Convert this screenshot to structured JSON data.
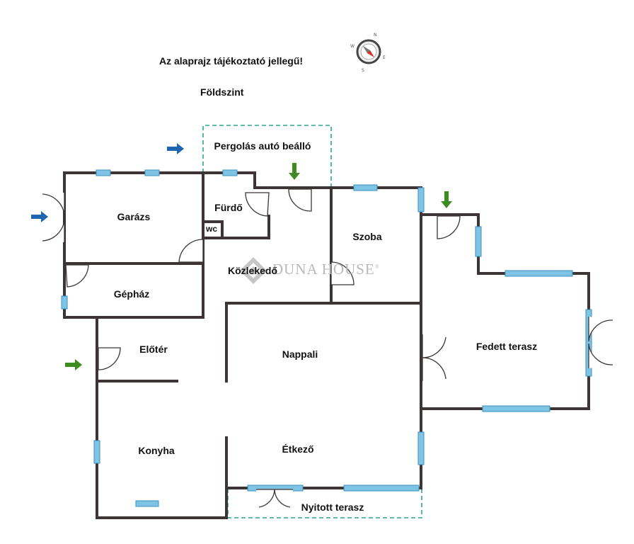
{
  "header": {
    "disclaimer": "Az alaprajz tájékoztató jellegű!",
    "floor": "Földszint"
  },
  "rooms": {
    "carport": "Pergolás autó beálló",
    "garage": "Garázs",
    "bathroom": "Fürdő",
    "wc": "wc",
    "room": "Szoba",
    "corridor": "Közlekedő",
    "machine_room": "Gépház",
    "hall": "Előtér",
    "living_room": "Nappali",
    "covered_terrace": "Fedett terasz",
    "kitchen": "Konyha",
    "dining": "Étkező",
    "open_terrace": "Nyitott terasz"
  },
  "watermark": {
    "brand": "DUNA HOUSE",
    "mark": "®"
  },
  "compass": {
    "letters": [
      "N",
      "E",
      "S",
      "W"
    ]
  },
  "colors": {
    "wall": "#3d3535",
    "window": "#7fc4e4",
    "window_border": "#3a8fc0",
    "dashed_outline": "#2aa88a",
    "arrow_blue": "#1e66b0",
    "arrow_green": "#3c8c1e"
  }
}
